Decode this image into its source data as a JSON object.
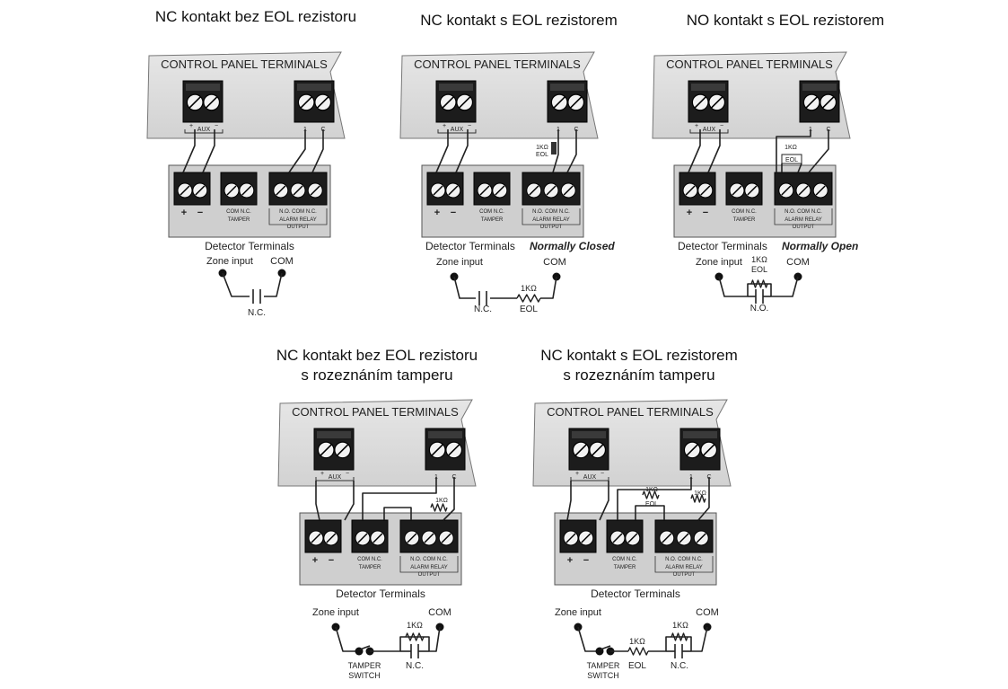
{
  "diagrams": [
    {
      "title_lines": [
        "NC kontakt bez EOL rezistoru"
      ],
      "control_panel_label": "CONTROL PANEL TERMINALS",
      "aux_label": "AUX",
      "aux_plus": "+",
      "aux_minus": "−",
      "zone_one": "1",
      "zone_c": "C",
      "plus_label": "+",
      "minus_label": "−",
      "tamper_top": "COM N.C.",
      "tamper_bottom": "TAMPER",
      "relay_top": "N.O. COM N.C.",
      "relay_mid": "ALARM RELAY",
      "relay_bottom": "OUTPUT",
      "detector_label": "Detector Terminals",
      "detector_suffix": "",
      "eol_top_value": "",
      "eol_top_label": "",
      "zone_input": "Zone input",
      "com_label": "COM",
      "contact_label": "N.C.",
      "eol_value": "",
      "eol_label": "",
      "tamper_switch_1": "",
      "tamper_switch_2": ""
    },
    {
      "title_lines": [
        "NC kontakt s EOL rezistorem"
      ],
      "control_panel_label": "CONTROL PANEL TERMINALS",
      "aux_label": "AUX",
      "aux_plus": "+",
      "aux_minus": "−",
      "zone_one": "1",
      "zone_c": "C",
      "plus_label": "+",
      "minus_label": "−",
      "tamper_top": "COM N.C.",
      "tamper_bottom": "TAMPER",
      "relay_top": "N.O. COM N.C.",
      "relay_mid": "ALARM RELAY",
      "relay_bottom": "OUTPUT",
      "detector_label": "Detector Terminals",
      "detector_suffix": "Normally Closed",
      "eol_top_value": "1KΩ",
      "eol_top_label": "EOL",
      "zone_input": "Zone input",
      "com_label": "COM",
      "contact_label": "N.C.",
      "eol_value": "1KΩ",
      "eol_label": "EOL",
      "tamper_switch_1": "",
      "tamper_switch_2": ""
    },
    {
      "title_lines": [
        "NO kontakt s EOL rezistorem"
      ],
      "control_panel_label": "CONTROL PANEL TERMINALS",
      "aux_label": "AUX",
      "aux_plus": "+",
      "aux_minus": "−",
      "zone_one": "1",
      "zone_c": "C",
      "plus_label": "+",
      "minus_label": "−",
      "tamper_top": "COM N.C.",
      "tamper_bottom": "TAMPER",
      "relay_top": "N.O. COM N.C.",
      "relay_mid": "ALARM RELAY",
      "relay_bottom": "OUTPUT",
      "detector_label": "Detector Terminals",
      "detector_suffix": "Normally Open",
      "eol_top_value": "1KΩ",
      "eol_top_label": "EOL",
      "zone_input": "Zone input",
      "com_label": "COM",
      "contact_label": "N.O.",
      "eol_value": "1KΩ",
      "eol_label": "EOL",
      "tamper_switch_1": "",
      "tamper_switch_2": ""
    },
    {
      "title_lines": [
        "NC kontakt bez EOL rezistoru",
        "s rozeznáním tamperu"
      ],
      "control_panel_label": "CONTROL PANEL TERMINALS",
      "aux_label": "AUX",
      "aux_plus": "+",
      "aux_minus": "−",
      "zone_one": "1",
      "zone_c": "C",
      "plus_label": "+",
      "minus_label": "−",
      "tamper_top": "COM N.C.",
      "tamper_bottom": "TAMPER",
      "relay_top": "N.O. COM N.C.",
      "relay_mid": "ALARM RELAY",
      "relay_bottom": "OUTPUT",
      "detector_label": "Detector Terminals",
      "detector_suffix": "",
      "eol_top_value": "1KΩ",
      "eol_top_label": "",
      "zone_input": "Zone input",
      "com_label": "COM",
      "contact_label": "N.C.",
      "eol_value": "1KΩ",
      "eol_label": "",
      "tamper_switch_1": "TAMPER",
      "tamper_switch_2": "SWITCH"
    },
    {
      "title_lines": [
        "NC kontakt s EOL rezistorem",
        "s rozeznáním tamperu"
      ],
      "control_panel_label": "CONTROL PANEL TERMINALS",
      "aux_label": "AUX",
      "aux_plus": "+",
      "aux_minus": "−",
      "zone_one": "1",
      "zone_c": "C",
      "plus_label": "+",
      "minus_label": "−",
      "tamper_top": "COM N.C.",
      "tamper_bottom": "TAMPER",
      "relay_top": "N.O. COM N.C.",
      "relay_mid": "ALARM RELAY",
      "relay_bottom": "OUTPUT",
      "detector_label": "Detector Terminals",
      "detector_suffix": "",
      "eol_top_value": "1KΩ",
      "eol_top_label": "EOL",
      "zone_input": "Zone input",
      "com_label": "COM",
      "contact_label": "N.C.",
      "eol_value": "1KΩ",
      "eol_label": "EOL",
      "tamper_switch_1": "TAMPER",
      "tamper_switch_2": "SWITCH",
      "extra_top_value": "1KΩ"
    }
  ]
}
